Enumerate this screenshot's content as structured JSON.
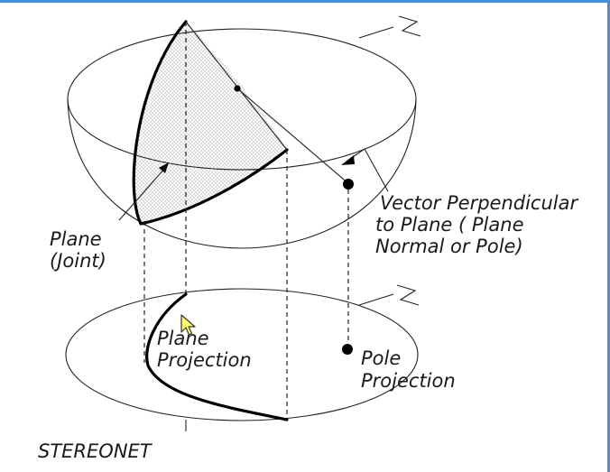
{
  "labels": {
    "plane_line1": "Plane",
    "plane_line2": "(Joint)",
    "vector_line1": "Vector Perpendicular",
    "vector_line2": "to Plane ( Plane",
    "vector_line3": "Normal or Pole)",
    "plane_proj_line1": "Plane",
    "plane_proj_line2": "Projection",
    "pole_proj_line1": "Pole",
    "pole_proj_line2": "Projection",
    "stereonet": "STEREONET"
  },
  "icons": {
    "north_upper": "north-arrow-icon",
    "north_lower": "north-arrow-icon",
    "cursor": "mouse-pointer-icon"
  },
  "colors": {
    "frame_accent": "#4a90d9",
    "ink": "#000000",
    "cursor_fill": "#ffff66"
  }
}
